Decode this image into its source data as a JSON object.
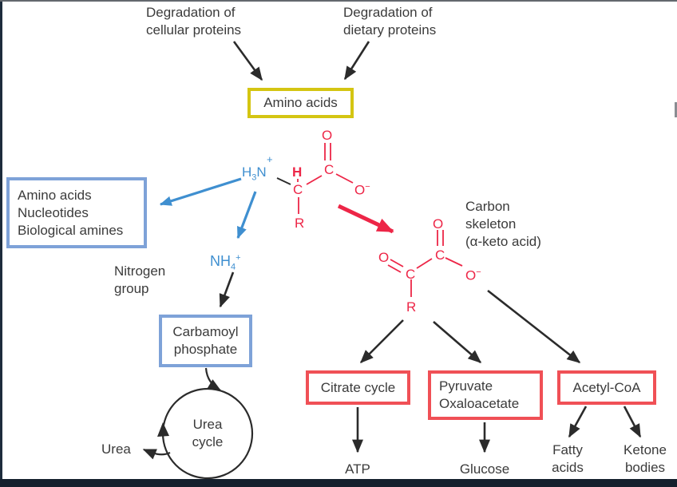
{
  "colors": {
    "accent_blue": "#3f8fd0",
    "box_blue_border": "#7ea2d8",
    "chem_red": "#ed2647",
    "box_red_border": "#f05056",
    "box_yellow_border": "#d4c512",
    "arrow_black": "#2b2b2b",
    "text": "#3b3b3b",
    "frame_dark": "#1d2c3c"
  },
  "top": {
    "deg_cellular": [
      "Degradation of",
      "cellular proteins"
    ],
    "deg_dietary": [
      "Degradation of",
      "dietary proteins"
    ]
  },
  "boxes": {
    "amino_acids": "Amino acids",
    "byproducts": [
      "Amino acids",
      "Nucleotides",
      "Biological amines"
    ],
    "carbamoyl": [
      "Carbamoyl",
      "phosphate"
    ],
    "citrate": "Citrate cycle",
    "pyruvate": [
      "Pyruvate",
      "Oxaloacetate"
    ],
    "acetyl": "Acetyl-CoA"
  },
  "labels": {
    "nitrogen_group": [
      "Nitrogen",
      "group"
    ],
    "carbon_skeleton": [
      "Carbon",
      "skeleton",
      "(α-keto acid)"
    ],
    "urea_cycle": [
      "Urea",
      "cycle"
    ],
    "urea": "Urea",
    "atp": "ATP",
    "glucose": "Glucose",
    "fatty_acids": [
      "Fatty",
      "acids"
    ],
    "ketone_bodies": [
      "Ketone",
      "bodies"
    ]
  },
  "chem": {
    "amino_acid": {
      "h3n_h": "H",
      "h3n_sub": "3",
      "h3n_n": "N",
      "h3n_plus": "+",
      "h": "H",
      "c_alpha": "C",
      "c_carboxyl": "C",
      "o_top": "O",
      "o": "O",
      "minus": "−",
      "r": "R"
    },
    "keto_acid": {
      "o_left": "O",
      "c_alpha": "C",
      "c_carboxyl": "C",
      "o_top": "O",
      "o": "O",
      "minus": "−",
      "r": "R"
    },
    "nh4": {
      "n": "N",
      "h": "H",
      "sub": "4",
      "plus": "+"
    }
  }
}
